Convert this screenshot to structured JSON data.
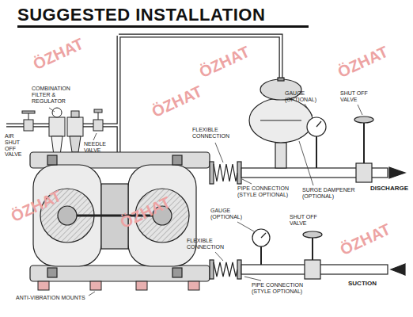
{
  "diagram": {
    "title": "SUGGESTED INSTALLATION",
    "labels": [
      "COMBINATION FILTER & REGULATOR",
      "AIR SHUT OFF VALVE",
      "NEEDLE VALVE",
      "GAUGE (OPTIONAL)",
      "SHUT OFF VALVE",
      "FLEXIBLE CONNECTION",
      "PIPE CONNECTION (STYLE OPTIONAL)",
      "SURGE DAMPENER (OPTIONAL)",
      "DISCHARGE",
      "GAUGE (OPTIONAL)",
      "SHUT OFF VALVE",
      "FLEXIBLE CONNECTION",
      "ANTI-VIBRATION MOUNTS",
      "PIPE CONNECTION (STYLE OPTIONAL)",
      "SUCTION",
      "ÖZHAT",
      "ÖZHAT",
      "ÖZHAT",
      "ÖZHAT",
      "ÖZHAT",
      "ÖZHAT",
      "ÖZHAT"
    ]
  }
}
